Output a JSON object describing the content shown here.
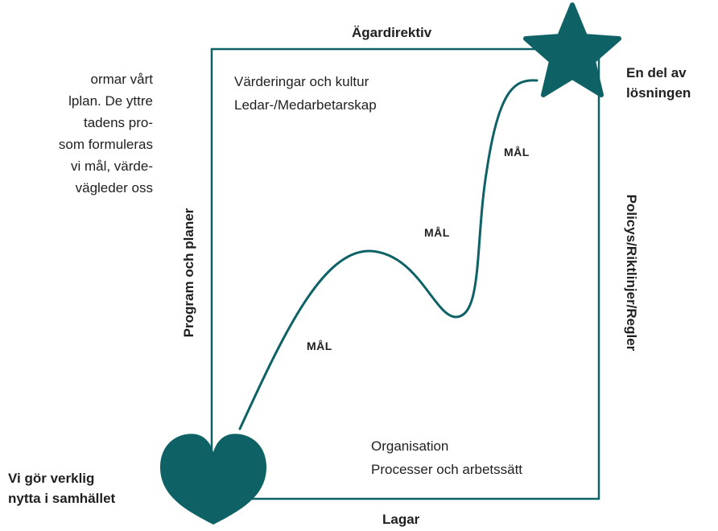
{
  "intro_lines": [
    "ormar vårt",
    "lplan. De yttre",
    "tadens pro-",
    "som formuleras",
    " vi mål, värde-",
    " vägleder oss"
  ],
  "frame": {
    "top_label": "Ägardirektiv",
    "bottom_label": "Lagar",
    "left_label": "Program och planer",
    "right_label": "Policys/Riktlinjer/Regler"
  },
  "inner_top": [
    "Värderingar och kultur",
    "Ledar-/Medarbetarskap"
  ],
  "inner_bottom": [
    "Organisation",
    "Processer och arbetssätt"
  ],
  "goal_labels": [
    "MÅL",
    "MÅL",
    "MÅL"
  ],
  "start": {
    "label_line1": "Vi gör verklig",
    "label_line2": "nytta i samhället"
  },
  "end": {
    "label_line1": "En del av",
    "label_line2": "lösningen"
  },
  "colors": {
    "accent": "#0e6266",
    "frame": "#0e6266",
    "text": "#1f1f1f"
  },
  "icons": {
    "start": "heart-icon",
    "end": "star-icon"
  }
}
